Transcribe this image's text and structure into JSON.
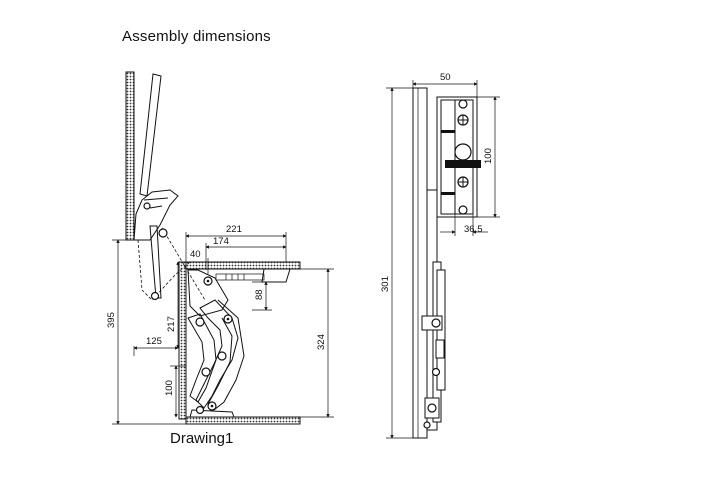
{
  "title": "Assembly dimensions",
  "caption": "Drawing1",
  "dimensions": {
    "d221": "221",
    "d174": "174",
    "d40": "40",
    "d88": "88",
    "d395": "395",
    "d217": "217",
    "d125": "125",
    "d324": "324",
    "d100_left": "100",
    "d50": "50",
    "d100_right": "100",
    "d36_5": "36.5",
    "d301": "301"
  }
}
